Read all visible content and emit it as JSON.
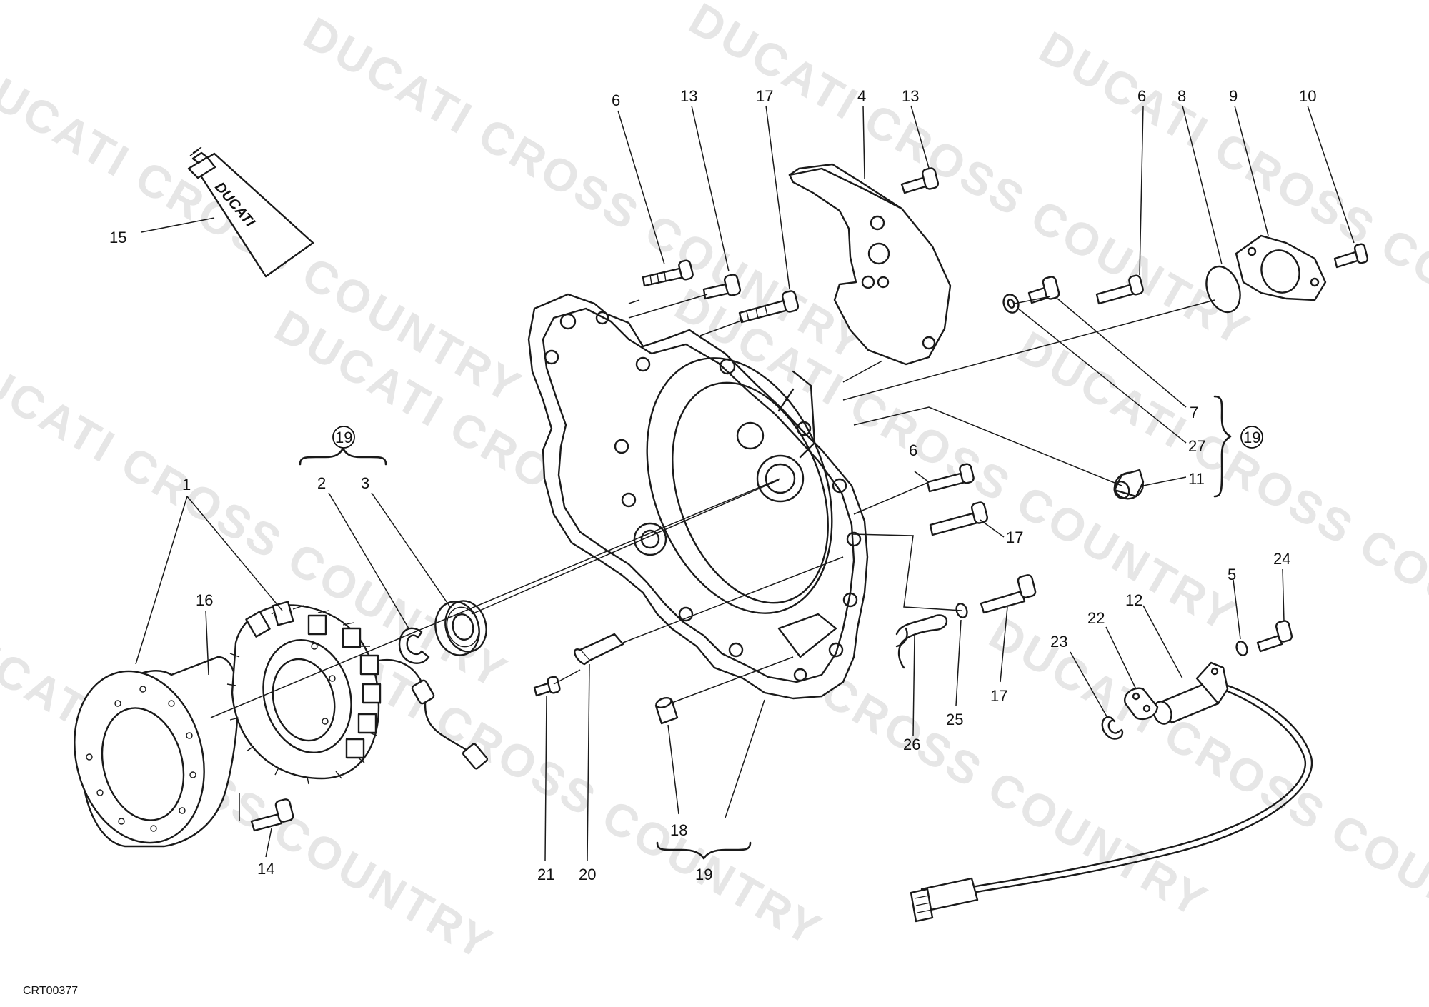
{
  "drawing_code": "CRT00377",
  "watermark": {
    "text": "DUCATI CROSS COUNTRY",
    "color": "#e6e6e6"
  },
  "tube_brand": "DUCATI",
  "callouts": [
    {
      "id": "c6a",
      "label": "6"
    },
    {
      "id": "c13a",
      "label": "13"
    },
    {
      "id": "c17a",
      "label": "17"
    },
    {
      "id": "c4",
      "label": "4"
    },
    {
      "id": "c13b",
      "label": "13"
    },
    {
      "id": "c6b",
      "label": "6"
    },
    {
      "id": "c8",
      "label": "8"
    },
    {
      "id": "c9",
      "label": "9"
    },
    {
      "id": "c10",
      "label": "10"
    },
    {
      "id": "c15",
      "label": "15"
    },
    {
      "id": "c7",
      "label": "7"
    },
    {
      "id": "c27",
      "label": "27"
    },
    {
      "id": "c11",
      "label": "11"
    },
    {
      "id": "c19r",
      "label": "19"
    },
    {
      "id": "c6c",
      "label": "6"
    },
    {
      "id": "c17b",
      "label": "17"
    },
    {
      "id": "c19l",
      "label": "19"
    },
    {
      "id": "c2",
      "label": "2"
    },
    {
      "id": "c3",
      "label": "3"
    },
    {
      "id": "c1",
      "label": "1"
    },
    {
      "id": "c16",
      "label": "16"
    },
    {
      "id": "c14",
      "label": "14"
    },
    {
      "id": "c5",
      "label": "5"
    },
    {
      "id": "c24",
      "label": "24"
    },
    {
      "id": "c12",
      "label": "12"
    },
    {
      "id": "c22",
      "label": "22"
    },
    {
      "id": "c23",
      "label": "23"
    },
    {
      "id": "c17c",
      "label": "17"
    },
    {
      "id": "c25",
      "label": "25"
    },
    {
      "id": "c26",
      "label": "26"
    },
    {
      "id": "c18",
      "label": "18"
    },
    {
      "id": "c19b",
      "label": "19"
    },
    {
      "id": "c21",
      "label": "21"
    },
    {
      "id": "c20",
      "label": "20"
    }
  ]
}
